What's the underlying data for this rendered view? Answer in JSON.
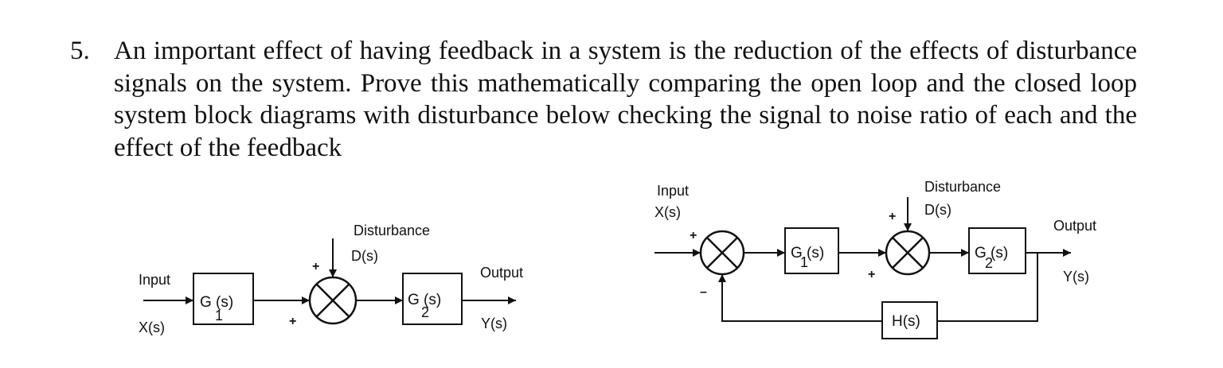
{
  "question": {
    "number": "5.",
    "text": "An important effect of having feedback in a system is the reduction of the effects of disturbance signals on the system. Prove this mathematically comparing the open loop and the closed loop system block diagrams with disturbance below checking the signal to noise ratio of each and the effect of the feedback"
  },
  "open_loop": {
    "input_label": "Input",
    "input_signal": "X(s)",
    "block1_main": "G (s)",
    "block1_sub": "1",
    "disturbance_label": "Disturbance",
    "disturbance_signal": "D(s)",
    "sum_plus_top": "+",
    "sum_plus_left": "+",
    "block2_main": "G (s)",
    "block2_sub": "2",
    "output_label": "Output",
    "output_signal": "Y(s)"
  },
  "closed_loop": {
    "input_label": "Input",
    "input_signal": "X(s)",
    "sum1_plus": "+",
    "sum1_minus": "–",
    "block1_main": "G (s)",
    "block1_sub": "1",
    "disturbance_label": "Disturbance",
    "disturbance_signal": "D(s)",
    "sum2_plus_top": "+",
    "sum2_plus_left": "+",
    "block2_main": "G (s)",
    "block2_sub": "2",
    "output_label": "Output",
    "output_signal": "Y(s)",
    "feedback_block": "H(s)"
  }
}
